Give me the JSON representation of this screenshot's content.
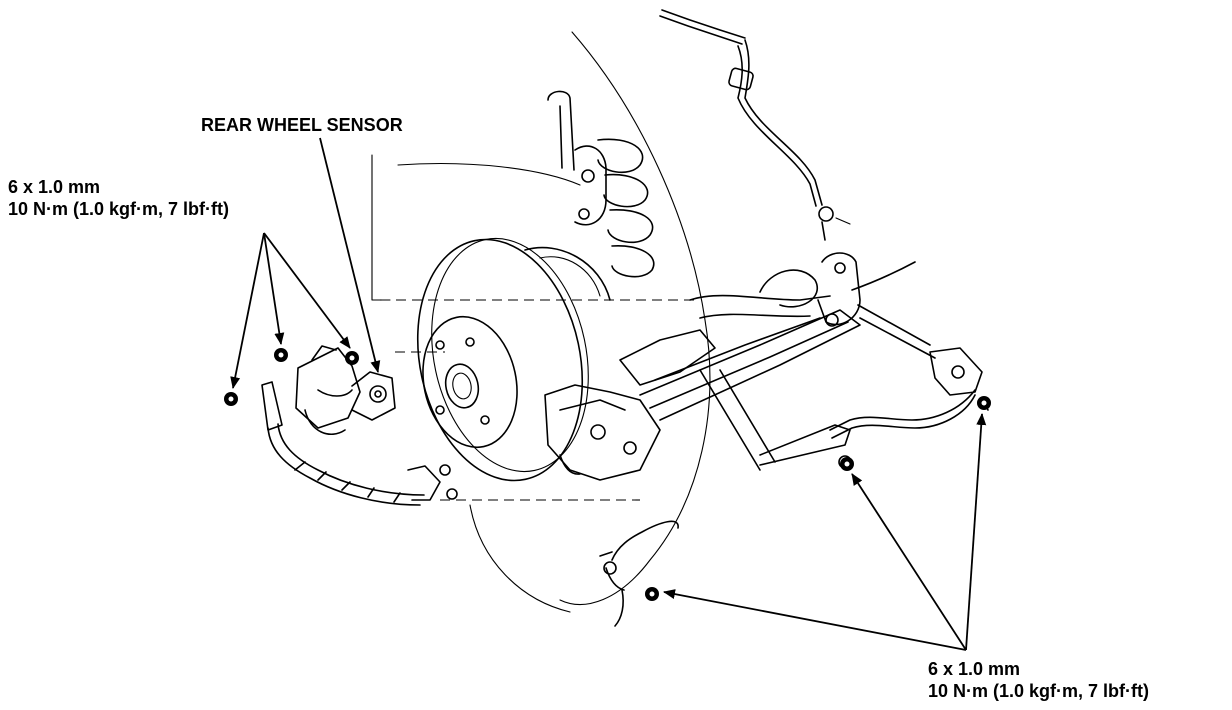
{
  "labels": {
    "sensor": "REAR WHEEL SENSOR",
    "top_callout": {
      "size": "6 x 1.0 mm",
      "torque": "10 N·m (1.0 kgf·m, 7 lbf·ft)"
    },
    "bottom_callout": {
      "size": "6 x 1.0 mm",
      "torque": "10 N·m (1.0 kgf·m, 7 lbf·ft)"
    }
  },
  "icons": {
    "arrowhead": "triangle-arrowhead-icon",
    "bolt": "flange-bolt-icon"
  },
  "colors": {
    "line": "#000000",
    "background": "#ffffff"
  }
}
